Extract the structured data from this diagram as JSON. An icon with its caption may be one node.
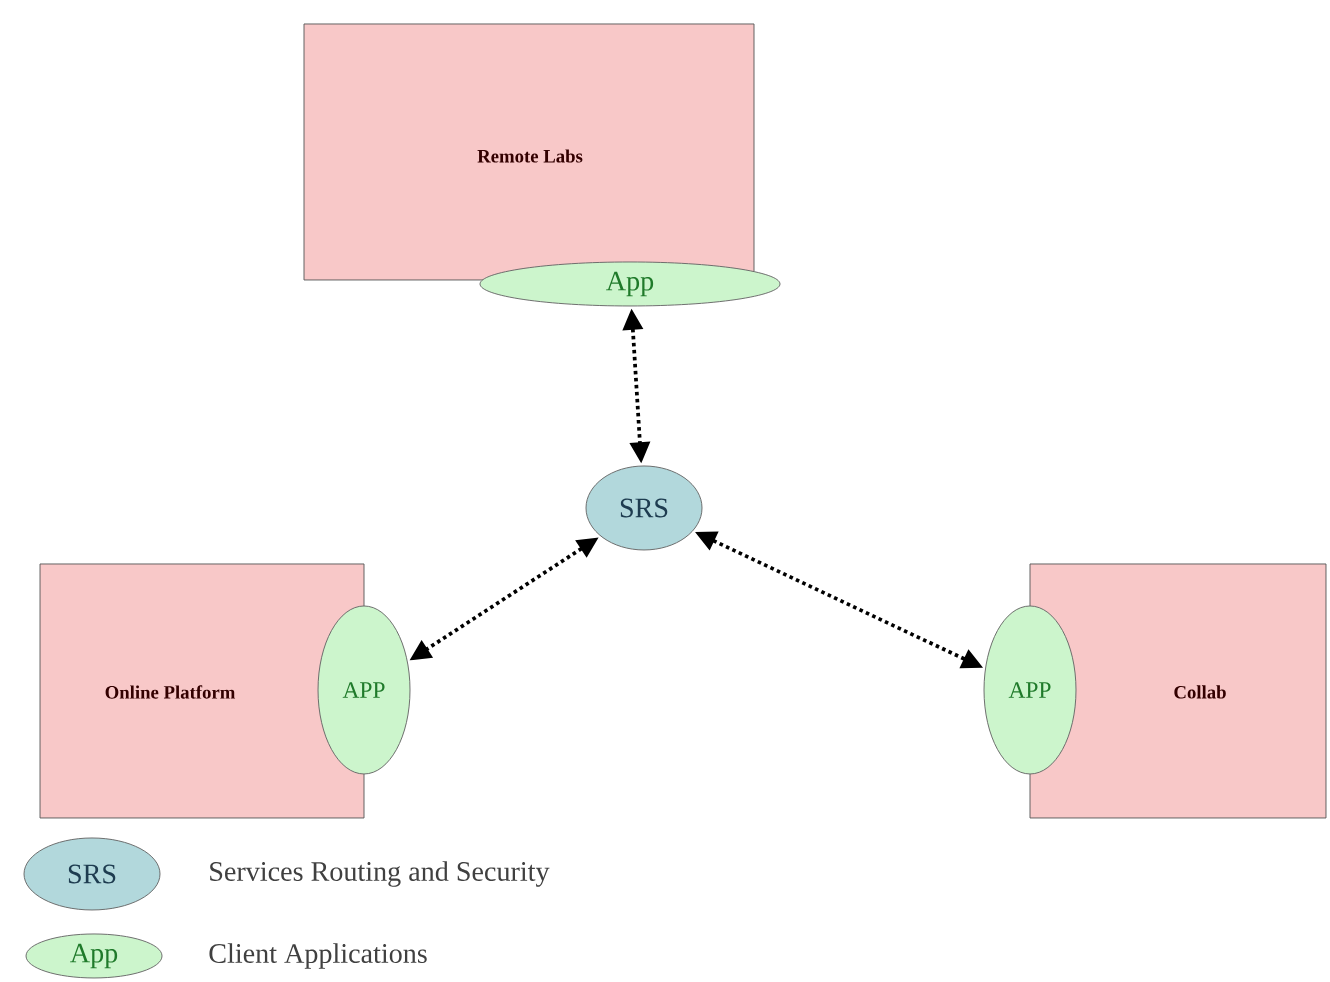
{
  "diagram": {
    "nodes": [
      {
        "text": [
          "Remote Labs"
        ]
      },
      {
        "text": [
          "App"
        ]
      },
      {
        "text": [
          "Online Platform"
        ]
      },
      {
        "text": [
          "APP"
        ]
      },
      {
        "text": [
          "Collab"
        ]
      },
      {
        "text": [
          "APP"
        ]
      },
      {
        "text": [
          "SRS"
        ]
      }
    ],
    "edges": [
      {
        "from": 1,
        "to": 6,
        "arrow": "both"
      },
      {
        "from": 6,
        "to": 3,
        "arrow": "both"
      },
      {
        "from": 6,
        "to": 5,
        "arrow": "both"
      }
    ],
    "labels": [
      "SRS",
      "App"
    ],
    "legend": [
      {
        "text": "Services Routing and Security",
        "color": "#b2d8dc"
      },
      {
        "text": "Client Applications",
        "color": "#ccf5cc"
      }
    ]
  }
}
